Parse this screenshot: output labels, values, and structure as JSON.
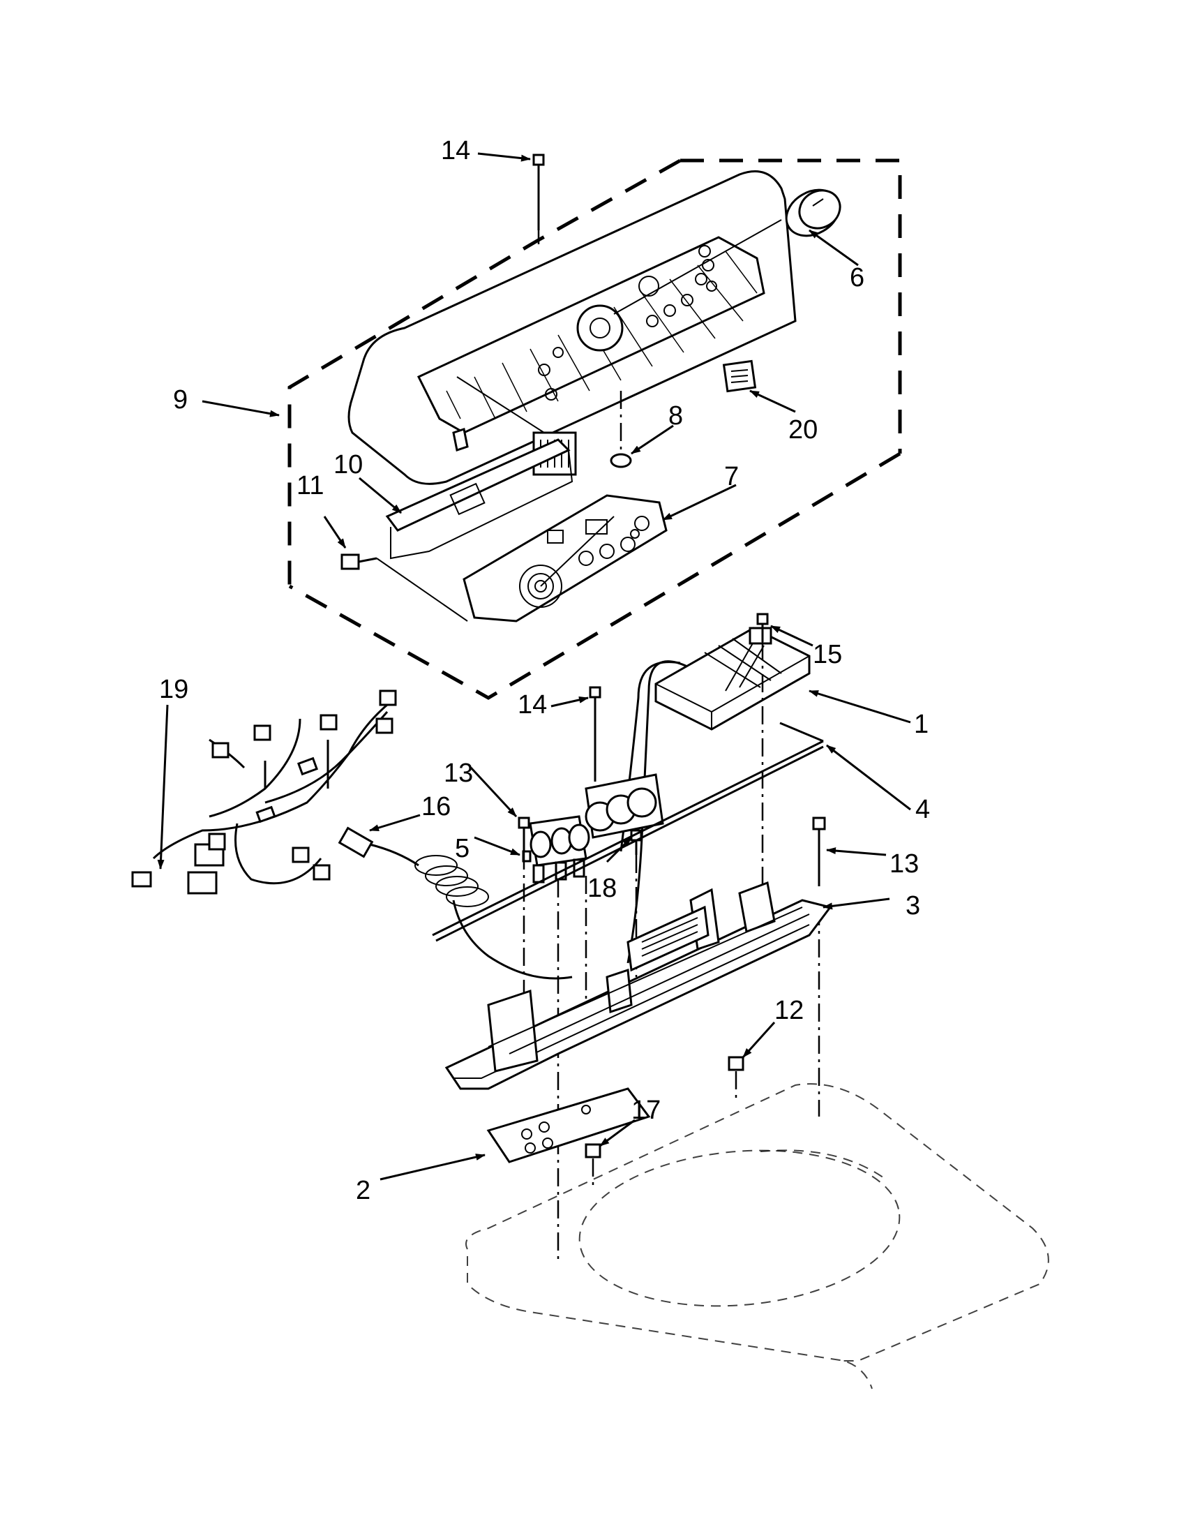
{
  "callouts": {
    "c1": "1",
    "c2": "2",
    "c3": "3",
    "c4": "4",
    "c5": "5",
    "c6": "6",
    "c7": "7",
    "c8": "8",
    "c9": "9",
    "c10": "10",
    "c11": "11",
    "c12": "12",
    "c13a": "13",
    "c13b": "13",
    "c14a": "14",
    "c14b": "14",
    "c15": "15",
    "c16": "16",
    "c17": "17",
    "c18": "18",
    "c19": "19",
    "c20": "20"
  },
  "colors": {
    "line": "#000000",
    "background": "#ffffff"
  }
}
